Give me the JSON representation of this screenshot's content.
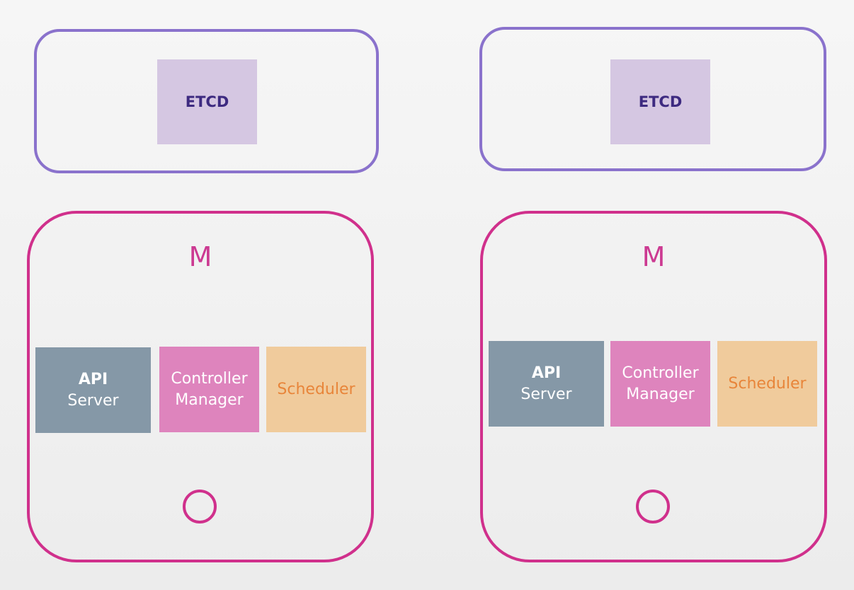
{
  "diagram": {
    "left": {
      "etcd_label": "ETCD",
      "master_label": "M",
      "api_line1": "API",
      "api_line2": "Server",
      "controller_line1": "Controller",
      "controller_line2": "Manager",
      "scheduler_label": "Scheduler"
    },
    "right": {
      "etcd_label": "ETCD",
      "master_label": "M",
      "api_line1": "API",
      "api_line2": "Server",
      "controller_line1": "Controller",
      "controller_line2": "Manager",
      "scheduler_label": "Scheduler"
    }
  },
  "colors": {
    "etcd_border": "#8a72cc",
    "etcd_fill": "#d5c7e2",
    "master_border": "#d0308c",
    "api_fill": "#8598a7",
    "controller_fill": "#de84bd",
    "scheduler_fill": "#f0cb9c",
    "scheduler_text": "#e8853a"
  }
}
